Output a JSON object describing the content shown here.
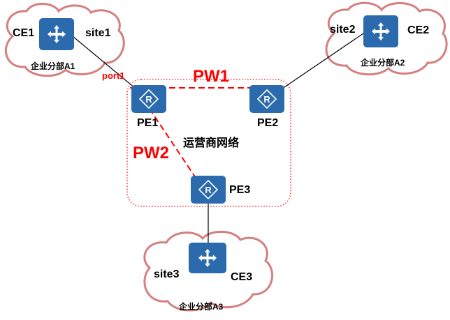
{
  "colors": {
    "cloud_stroke": "#d57f7f",
    "device_fill": "#2a6aad",
    "pw_line": "#ff0000",
    "provider_boundary": "#ff3333",
    "link": "#000000"
  },
  "sites": {
    "a1": {
      "device": "CE1",
      "site": "site1",
      "branch": "企业分部A1"
    },
    "a2": {
      "device": "CE2",
      "site": "site2",
      "branch": "企业分部A2"
    },
    "a3": {
      "device": "CE3",
      "site": "site3",
      "branch": "企业分部A3"
    }
  },
  "provider": {
    "network": "运营商网络",
    "pe1": "PE1",
    "pe2": "PE2",
    "pe3": "PE3"
  },
  "pseudowires": {
    "pw1": "PW1",
    "pw2": "PW2"
  },
  "port": "port1",
  "icons": {
    "ce": "switch-arrows-icon",
    "pe": "router-icon"
  }
}
